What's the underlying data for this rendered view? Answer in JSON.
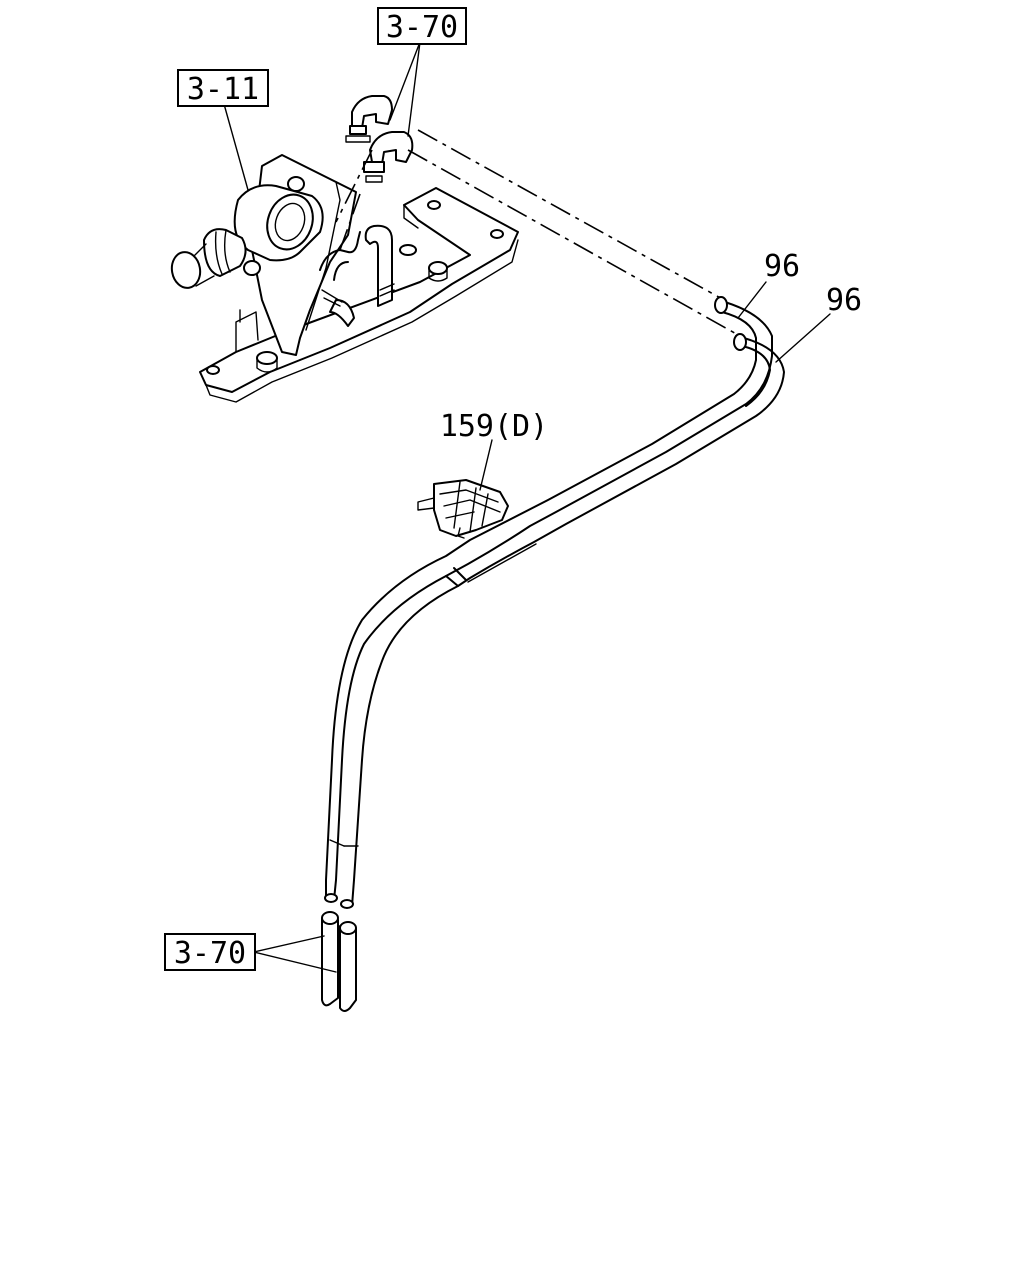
{
  "labels": {
    "ref_top_right": "3-70",
    "ref_top_left": "3-11",
    "ref_bottom": "3-70",
    "part_96_upper": "96",
    "part_96_lower": "96",
    "part_159": "159(D)"
  },
  "colors": {
    "ink": "#000000",
    "paper": "#ffffff"
  }
}
